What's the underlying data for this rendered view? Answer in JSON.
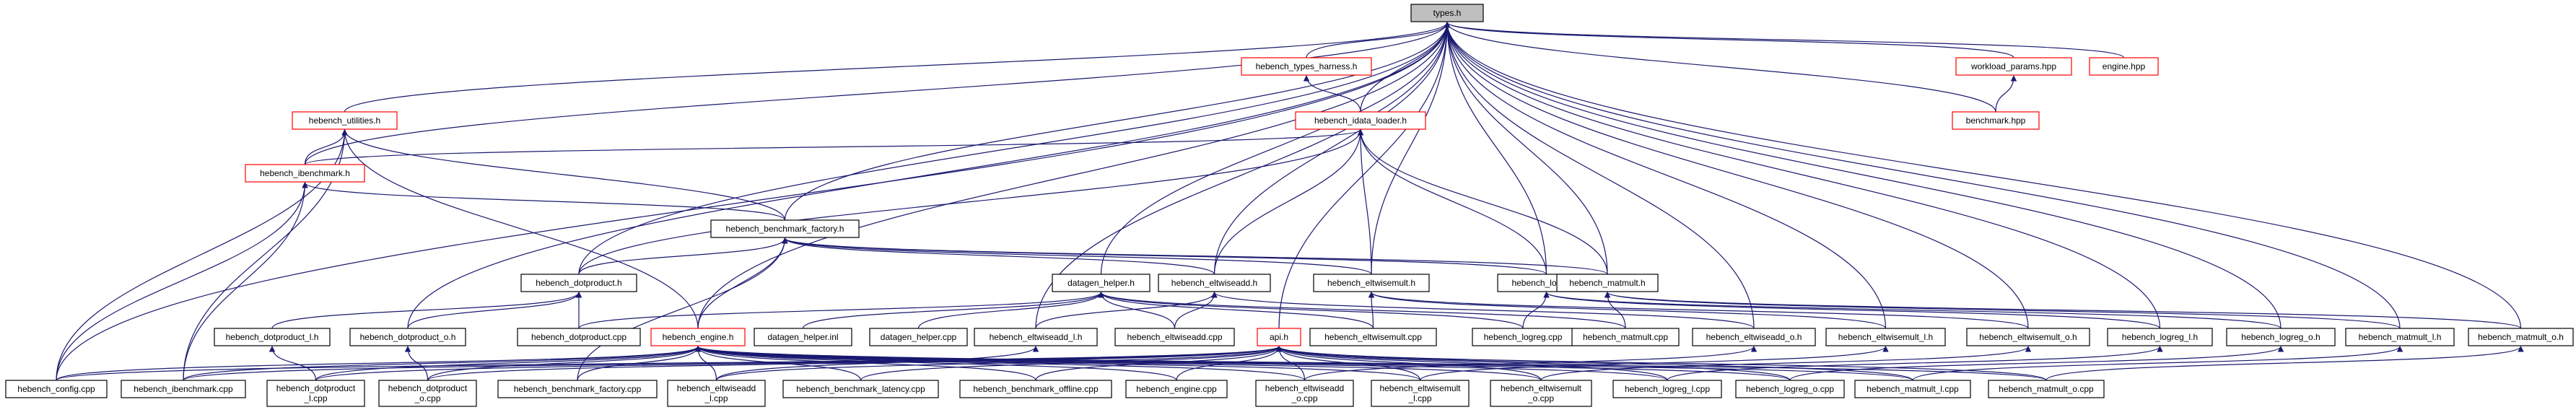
{
  "colors": {
    "edge": "#191970",
    "node_border": "#000000",
    "node_border_external": "#ff0000",
    "node_fill": "#ffffff",
    "root_fill": "#bfbfbf",
    "text": "#000000"
  },
  "nodes": [
    {
      "id": "types_h",
      "lines": [
        "types.h"
      ],
      "kind": "root"
    },
    {
      "id": "hebench_types_harness_h",
      "lines": [
        "hebench_types_harness.h"
      ],
      "kind": "external"
    },
    {
      "id": "workload_params_hpp",
      "lines": [
        "workload_params.hpp"
      ],
      "kind": "external"
    },
    {
      "id": "engine_hpp",
      "lines": [
        "engine.hpp"
      ],
      "kind": "external"
    },
    {
      "id": "hebench_utilities_h",
      "lines": [
        "hebench_utilities.h"
      ],
      "kind": "external"
    },
    {
      "id": "hebench_idata_loader_h",
      "lines": [
        "hebench_idata_loader.h"
      ],
      "kind": "external"
    },
    {
      "id": "benchmark_hpp",
      "lines": [
        "benchmark.hpp"
      ],
      "kind": "external"
    },
    {
      "id": "hebench_ibenchmark_h",
      "lines": [
        "hebench_ibenchmark.h"
      ],
      "kind": "external"
    },
    {
      "id": "hebench_benchmark_factory_h",
      "lines": [
        "hebench_benchmark_factory.h"
      ],
      "kind": "normal"
    },
    {
      "id": "hebench_dotproduct_h",
      "lines": [
        "hebench_dotproduct.h"
      ],
      "kind": "normal"
    },
    {
      "id": "datagen_helper_h",
      "lines": [
        "datagen_helper.h"
      ],
      "kind": "normal"
    },
    {
      "id": "hebench_eltwiseadd_h",
      "lines": [
        "hebench_eltwiseadd.h"
      ],
      "kind": "normal"
    },
    {
      "id": "hebench_eltwisemult_h",
      "lines": [
        "hebench_eltwisemult.h"
      ],
      "kind": "normal"
    },
    {
      "id": "hebench_logreg_h",
      "lines": [
        "hebench_logreg.h"
      ],
      "kind": "normal"
    },
    {
      "id": "hebench_matmult_h",
      "lines": [
        "hebench_matmult.h"
      ],
      "kind": "normal"
    },
    {
      "id": "hebench_dotproduct_l_h",
      "lines": [
        "hebench_dotproduct_l.h"
      ],
      "kind": "normal"
    },
    {
      "id": "hebench_dotproduct_o_h",
      "lines": [
        "hebench_dotproduct_o.h"
      ],
      "kind": "normal"
    },
    {
      "id": "hebench_dotproduct_cpp",
      "lines": [
        "hebench_dotproduct.cpp"
      ],
      "kind": "normal"
    },
    {
      "id": "hebench_engine_h",
      "lines": [
        "hebench_engine.h"
      ],
      "kind": "external"
    },
    {
      "id": "datagen_helper_inl",
      "lines": [
        "datagen_helper.inl"
      ],
      "kind": "normal"
    },
    {
      "id": "datagen_helper_cpp",
      "lines": [
        "datagen_helper.cpp"
      ],
      "kind": "normal"
    },
    {
      "id": "hebench_eltwiseadd_l_h",
      "lines": [
        "hebench_eltwiseadd_l.h"
      ],
      "kind": "normal"
    },
    {
      "id": "hebench_eltwiseadd_cpp",
      "lines": [
        "hebench_eltwiseadd.cpp"
      ],
      "kind": "normal"
    },
    {
      "id": "hebench_eltwisemult_cpp",
      "lines": [
        "hebench_eltwisemult.cpp"
      ],
      "kind": "normal"
    },
    {
      "id": "hebench_logreg_cpp",
      "lines": [
        "hebench_logreg.cpp"
      ],
      "kind": "normal"
    },
    {
      "id": "hebench_matmult_cpp",
      "lines": [
        "hebench_matmult.cpp"
      ],
      "kind": "normal"
    },
    {
      "id": "api_h",
      "lines": [
        "api.h"
      ],
      "kind": "external"
    },
    {
      "id": "hebench_eltwiseadd_o_h",
      "lines": [
        "hebench_eltwiseadd_o.h"
      ],
      "kind": "normal"
    },
    {
      "id": "hebench_eltwisemult_l_h",
      "lines": [
        "hebench_eltwisemult_l.h"
      ],
      "kind": "normal"
    },
    {
      "id": "hebench_eltwisemult_o_h",
      "lines": [
        "hebench_eltwisemult_o.h"
      ],
      "kind": "normal"
    },
    {
      "id": "hebench_logreg_l_h",
      "lines": [
        "hebench_logreg_l.h"
      ],
      "kind": "normal"
    },
    {
      "id": "hebench_logreg_o_h",
      "lines": [
        "hebench_logreg_o.h"
      ],
      "kind": "normal"
    },
    {
      "id": "hebench_matmult_l_h",
      "lines": [
        "hebench_matmult_l.h"
      ],
      "kind": "normal"
    },
    {
      "id": "hebench_matmult_o_h",
      "lines": [
        "hebench_matmult_o.h"
      ],
      "kind": "normal"
    },
    {
      "id": "hebench_config_cpp",
      "lines": [
        "hebench_config.cpp"
      ],
      "kind": "normal"
    },
    {
      "id": "hebench_ibenchmark_cpp",
      "lines": [
        "hebench_ibenchmark.cpp"
      ],
      "kind": "normal"
    },
    {
      "id": "hebench_dotproduct_l_cpp",
      "lines": [
        "hebench_dotproduct",
        "_l.cpp"
      ],
      "kind": "normal"
    },
    {
      "id": "hebench_dotproduct_o_cpp",
      "lines": [
        "hebench_dotproduct",
        "_o.cpp"
      ],
      "kind": "normal"
    },
    {
      "id": "hebench_benchmark_factory_cpp",
      "lines": [
        "hebench_benchmark_factory.cpp"
      ],
      "kind": "normal"
    },
    {
      "id": "hebench_eltwiseadd_l_cpp",
      "lines": [
        "hebench_eltwiseadd",
        "_l.cpp"
      ],
      "kind": "normal"
    },
    {
      "id": "hebench_benchmark_latency_cpp",
      "lines": [
        "hebench_benchmark_latency.cpp"
      ],
      "kind": "normal"
    },
    {
      "id": "hebench_benchmark_offline_cpp",
      "lines": [
        "hebench_benchmark_offline.cpp"
      ],
      "kind": "normal"
    },
    {
      "id": "hebench_engine_cpp",
      "lines": [
        "hebench_engine.cpp"
      ],
      "kind": "normal"
    },
    {
      "id": "hebench_eltwiseadd_o_cpp",
      "lines": [
        "hebench_eltwiseadd",
        "_o.cpp"
      ],
      "kind": "normal"
    },
    {
      "id": "hebench_eltwisemult_l_cpp",
      "lines": [
        "hebench_eltwisemult",
        "_l.cpp"
      ],
      "kind": "normal"
    },
    {
      "id": "hebench_eltwisemult_o_cpp",
      "lines": [
        "hebench_eltwisemult",
        "_o.cpp"
      ],
      "kind": "normal"
    },
    {
      "id": "hebench_logreg_l_cpp",
      "lines": [
        "hebench_logreg_l.cpp"
      ],
      "kind": "normal"
    },
    {
      "id": "hebench_logreg_o_cpp",
      "lines": [
        "hebench_logreg_o.cpp"
      ],
      "kind": "normal"
    },
    {
      "id": "hebench_matmult_l_cpp",
      "lines": [
        "hebench_matmult_l.cpp"
      ],
      "kind": "normal"
    },
    {
      "id": "hebench_matmult_o_cpp",
      "lines": [
        "hebench_matmult_o.cpp"
      ],
      "kind": "normal"
    }
  ],
  "edges": [
    [
      "hebench_types_harness_h",
      "types_h"
    ],
    [
      "workload_params_hpp",
      "types_h"
    ],
    [
      "engine_hpp",
      "types_h"
    ],
    [
      "hebench_utilities_h",
      "types_h"
    ],
    [
      "hebench_idata_loader_h",
      "types_h"
    ],
    [
      "benchmark_hpp",
      "types_h"
    ],
    [
      "hebench_ibenchmark_h",
      "types_h"
    ],
    [
      "hebench_benchmark_factory_h",
      "types_h"
    ],
    [
      "hebench_dotproduct_h",
      "types_h"
    ],
    [
      "datagen_helper_h",
      "types_h"
    ],
    [
      "hebench_eltwiseadd_h",
      "types_h"
    ],
    [
      "hebench_eltwisemult_h",
      "types_h"
    ],
    [
      "hebench_logreg_h",
      "types_h"
    ],
    [
      "hebench_matmult_h",
      "types_h"
    ],
    [
      "hebench_dotproduct_o_h",
      "types_h"
    ],
    [
      "hebench_engine_h",
      "types_h"
    ],
    [
      "hebench_eltwiseadd_l_h",
      "types_h"
    ],
    [
      "api_h",
      "types_h"
    ],
    [
      "hebench_eltwiseadd_o_h",
      "types_h"
    ],
    [
      "hebench_eltwisemult_l_h",
      "types_h"
    ],
    [
      "hebench_eltwisemult_o_h",
      "types_h"
    ],
    [
      "hebench_logreg_l_h",
      "types_h"
    ],
    [
      "hebench_logreg_o_h",
      "types_h"
    ],
    [
      "hebench_matmult_l_h",
      "types_h"
    ],
    [
      "hebench_matmult_o_h",
      "types_h"
    ],
    [
      "hebench_config_cpp",
      "types_h"
    ],
    [
      "hebench_idata_loader_h",
      "hebench_types_harness_h"
    ],
    [
      "benchmark_hpp",
      "workload_params_hpp"
    ],
    [
      "hebench_ibenchmark_h",
      "hebench_utilities_h"
    ],
    [
      "hebench_benchmark_factory_h",
      "hebench_utilities_h"
    ],
    [
      "hebench_engine_h",
      "hebench_utilities_h"
    ],
    [
      "hebench_config_cpp",
      "hebench_utilities_h"
    ],
    [
      "hebench_ibenchmark_cpp",
      "hebench_utilities_h"
    ],
    [
      "hebench_ibenchmark_h",
      "hebench_idata_loader_h"
    ],
    [
      "hebench_dotproduct_h",
      "hebench_idata_loader_h"
    ],
    [
      "hebench_eltwiseadd_h",
      "hebench_idata_loader_h"
    ],
    [
      "hebench_eltwisemult_h",
      "hebench_idata_loader_h"
    ],
    [
      "hebench_logreg_h",
      "hebench_idata_loader_h"
    ],
    [
      "hebench_matmult_h",
      "hebench_idata_loader_h"
    ],
    [
      "hebench_benchmark_factory_h",
      "hebench_ibenchmark_h"
    ],
    [
      "hebench_config_cpp",
      "hebench_ibenchmark_h"
    ],
    [
      "hebench_ibenchmark_cpp",
      "hebench_ibenchmark_h"
    ],
    [
      "hebench_dotproduct_h",
      "hebench_benchmark_factory_h"
    ],
    [
      "hebench_eltwiseadd_h",
      "hebench_benchmark_factory_h"
    ],
    [
      "hebench_eltwisemult_h",
      "hebench_benchmark_factory_h"
    ],
    [
      "hebench_logreg_h",
      "hebench_benchmark_factory_h"
    ],
    [
      "hebench_matmult_h",
      "hebench_benchmark_factory_h"
    ],
    [
      "hebench_engine_h",
      "hebench_benchmark_factory_h"
    ],
    [
      "hebench_benchmark_factory_cpp",
      "hebench_benchmark_factory_h"
    ],
    [
      "hebench_dotproduct_l_h",
      "hebench_dotproduct_h"
    ],
    [
      "hebench_dotproduct_o_h",
      "hebench_dotproduct_h"
    ],
    [
      "hebench_dotproduct_cpp",
      "hebench_dotproduct_h"
    ],
    [
      "hebench_dotproduct_l_cpp",
      "hebench_dotproduct_l_h"
    ],
    [
      "hebench_dotproduct_o_cpp",
      "hebench_dotproduct_o_h"
    ],
    [
      "hebench_dotproduct_cpp",
      "datagen_helper_h"
    ],
    [
      "datagen_helper_inl",
      "datagen_helper_h"
    ],
    [
      "datagen_helper_cpp",
      "datagen_helper_h"
    ],
    [
      "hebench_eltwiseadd_cpp",
      "datagen_helper_h"
    ],
    [
      "hebench_eltwisemult_cpp",
      "datagen_helper_h"
    ],
    [
      "hebench_logreg_cpp",
      "datagen_helper_h"
    ],
    [
      "hebench_matmult_cpp",
      "datagen_helper_h"
    ],
    [
      "hebench_eltwiseadd_l_h",
      "hebench_eltwiseadd_h"
    ],
    [
      "hebench_eltwiseadd_cpp",
      "hebench_eltwiseadd_h"
    ],
    [
      "hebench_eltwiseadd_o_h",
      "hebench_eltwiseadd_h"
    ],
    [
      "hebench_eltwisemult_cpp",
      "hebench_eltwisemult_h"
    ],
    [
      "hebench_eltwisemult_l_h",
      "hebench_eltwisemult_h"
    ],
    [
      "hebench_eltwisemult_o_h",
      "hebench_eltwisemult_h"
    ],
    [
      "hebench_logreg_cpp",
      "hebench_logreg_h"
    ],
    [
      "hebench_logreg_l_h",
      "hebench_logreg_h"
    ],
    [
      "hebench_logreg_o_h",
      "hebench_logreg_h"
    ],
    [
      "hebench_matmult_cpp",
      "hebench_matmult_h"
    ],
    [
      "hebench_matmult_l_h",
      "hebench_matmult_h"
    ],
    [
      "hebench_matmult_o_h",
      "hebench_matmult_h"
    ],
    [
      "hebench_config_cpp",
      "hebench_engine_h"
    ],
    [
      "hebench_ibenchmark_cpp",
      "hebench_engine_h"
    ],
    [
      "hebench_dotproduct_l_cpp",
      "hebench_engine_h"
    ],
    [
      "hebench_dotproduct_o_cpp",
      "hebench_engine_h"
    ],
    [
      "hebench_benchmark_factory_cpp",
      "hebench_engine_h"
    ],
    [
      "hebench_eltwiseadd_l_cpp",
      "hebench_engine_h"
    ],
    [
      "hebench_benchmark_latency_cpp",
      "hebench_engine_h"
    ],
    [
      "hebench_benchmark_offline_cpp",
      "hebench_engine_h"
    ],
    [
      "hebench_engine_cpp",
      "hebench_engine_h"
    ],
    [
      "hebench_eltwiseadd_o_cpp",
      "hebench_engine_h"
    ],
    [
      "hebench_eltwisemult_l_cpp",
      "hebench_engine_h"
    ],
    [
      "hebench_eltwisemult_o_cpp",
      "hebench_engine_h"
    ],
    [
      "hebench_logreg_l_cpp",
      "hebench_engine_h"
    ],
    [
      "hebench_logreg_o_cpp",
      "hebench_engine_h"
    ],
    [
      "hebench_matmult_l_cpp",
      "hebench_engine_h"
    ],
    [
      "hebench_matmult_o_cpp",
      "hebench_engine_h"
    ],
    [
      "hebench_config_cpp",
      "api_h"
    ],
    [
      "hebench_ibenchmark_cpp",
      "api_h"
    ],
    [
      "hebench_dotproduct_l_cpp",
      "api_h"
    ],
    [
      "hebench_dotproduct_o_cpp",
      "api_h"
    ],
    [
      "hebench_eltwiseadd_l_cpp",
      "api_h"
    ],
    [
      "hebench_benchmark_latency_cpp",
      "api_h"
    ],
    [
      "hebench_benchmark_offline_cpp",
      "api_h"
    ],
    [
      "hebench_engine_cpp",
      "api_h"
    ],
    [
      "hebench_eltwiseadd_o_cpp",
      "api_h"
    ],
    [
      "hebench_eltwisemult_l_cpp",
      "api_h"
    ],
    [
      "hebench_eltwisemult_o_cpp",
      "api_h"
    ],
    [
      "hebench_logreg_l_cpp",
      "api_h"
    ],
    [
      "hebench_logreg_o_cpp",
      "api_h"
    ],
    [
      "hebench_matmult_l_cpp",
      "api_h"
    ],
    [
      "hebench_matmult_o_cpp",
      "api_h"
    ],
    [
      "hebench_eltwiseadd_l_cpp",
      "hebench_eltwiseadd_l_h"
    ],
    [
      "hebench_eltwiseadd_o_cpp",
      "hebench_eltwiseadd_o_h"
    ],
    [
      "hebench_eltwisemult_l_cpp",
      "hebench_eltwisemult_l_h"
    ],
    [
      "hebench_eltwisemult_o_cpp",
      "hebench_eltwisemult_o_h"
    ],
    [
      "hebench_logreg_l_cpp",
      "hebench_logreg_l_h"
    ],
    [
      "hebench_logreg_o_cpp",
      "hebench_logreg_o_h"
    ],
    [
      "hebench_matmult_l_cpp",
      "hebench_matmult_l_h"
    ],
    [
      "hebench_matmult_o_cpp",
      "hebench_matmult_o_h"
    ]
  ]
}
